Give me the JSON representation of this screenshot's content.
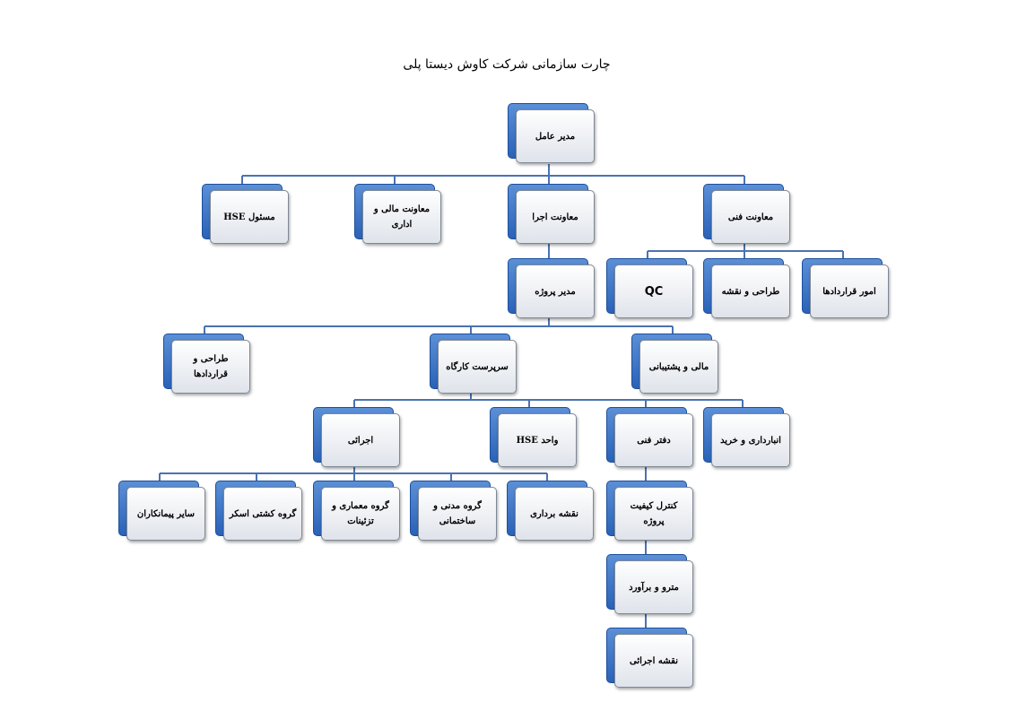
{
  "title": "چارت سازمانی شرکت کاوش دیستا پلی",
  "nodes": {
    "ceo": "مدیر عامل",
    "hse_officer": "مسئول HSE",
    "deputy_finance": "معاونت مالی و اداری",
    "deputy_exec": "معاونت اجرا",
    "deputy_tech": "معاونت فنی",
    "qc": "QC",
    "design_mapping": "طراحی و نقشه",
    "contracts": "امور قراردادها",
    "project_manager": "مدیر پروژه",
    "design_contracts": "طراحی و قراردادها",
    "workshop_supervisor": "سرپرست کارگاه",
    "finance_support": "مالی و پشتیبانی",
    "execution": "اجرائی",
    "hse_unit": "واحد HSE",
    "tech_office": "دفتر فنی",
    "warehouse": "انبارداری و خرید",
    "other_contractors": "سایر پیمانکاران",
    "drilling_team": "گروه کشتی اسکر",
    "hvac_team": "گروه معماری و تزئینات",
    "civil_team": "گروه مدنی و ساختمانی",
    "surveying": "نقشه برداری",
    "quality_control": "کنترل کیفیت پروژه",
    "metering": "مترو و برآورد",
    "executive_map": "نقشه اجرائی"
  }
}
